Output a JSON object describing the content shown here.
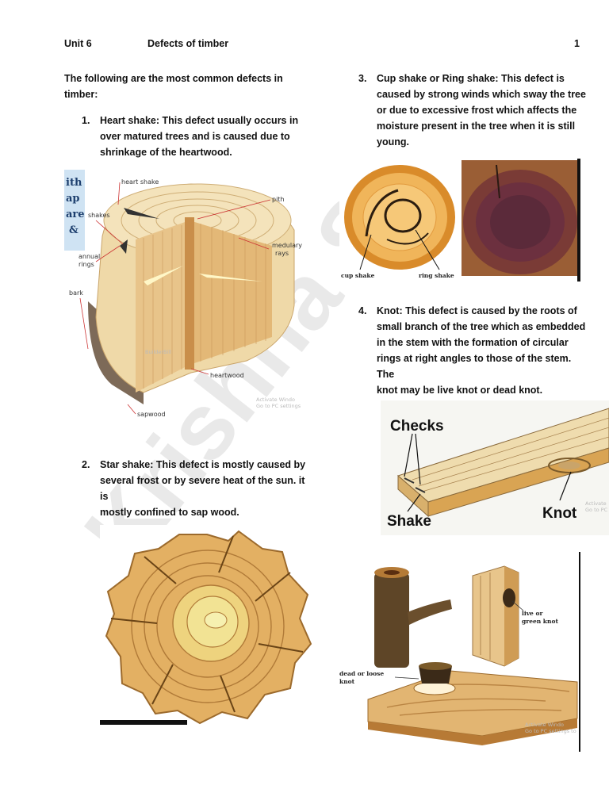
{
  "header": {
    "unit": "Unit 6",
    "title": "Defects of timber",
    "page_number": "1"
  },
  "intro": [
    "The following are the most common defects in",
    "timber:"
  ],
  "items": [
    {
      "number": "1.",
      "lines": [
        "Heart shake: This defect usually occurs in",
        "over matured trees and is caused due to",
        "shrinkage of the heartwood."
      ]
    },
    {
      "number": "2.",
      "lines": [
        "Star shake: This defect is mostly caused by",
        "several frost or by severe heat of the sun. it is",
        "mostly confined to sap wood."
      ]
    },
    {
      "number": "3.",
      "lines": [
        "Cup shake or Ring shake: This defect is",
        "caused by strong winds which sway the tree",
        "or due to excessive frost which affects the",
        "moisture present in the tree when it is still",
        "young."
      ]
    },
    {
      "number": "4.",
      "lines": [
        "Knot: This defect is caused by the roots of",
        "small branch of the tree which as embedded",
        "in the stem with the formation of circular",
        "rings at right angles to those of the stem. The",
        "knot may be live knot or dead knot."
      ]
    }
  ],
  "figures": {
    "heart_shake": {
      "side_text": [
        "ith",
        "ap",
        "are",
        "&"
      ],
      "labels": {
        "heart_shake": "heart shake",
        "pith": "pith",
        "shakes": "shakes",
        "annual_rings": "annual",
        "annual_rings_2": "rings",
        "bark": "bark",
        "medullary": "medulary",
        "medullary_2": "rays",
        "heartwood": "heartwood",
        "sapwood": "sapwood"
      },
      "credit": "BuilderBill",
      "activate": "Activate Windo",
      "activate_sub": "Go to PC settings to"
    },
    "cup_ring": {
      "label_cup": "cup shake",
      "label_ring": "ring shake"
    },
    "checks_knot": {
      "label_checks": "Checks",
      "label_shake": "Shake",
      "label_knot": "Knot",
      "activate": "Activate",
      "activate_sub": "Go to PC"
    },
    "knots": {
      "label_live": "live or",
      "label_live_2": "green knot",
      "label_dead": "dead or loose",
      "label_dead_2": "knot",
      "activate": "Activate Windo",
      "activate_sub": "Go to PC settings to"
    }
  },
  "watermark": "Krishna Sa",
  "colors": {
    "wood_light": "#e7c98c",
    "wood_mid": "#d6a55c",
    "wood_dark": "#a8692a",
    "bark": "#5b4a3a",
    "watermark": "#e6e6e6"
  }
}
